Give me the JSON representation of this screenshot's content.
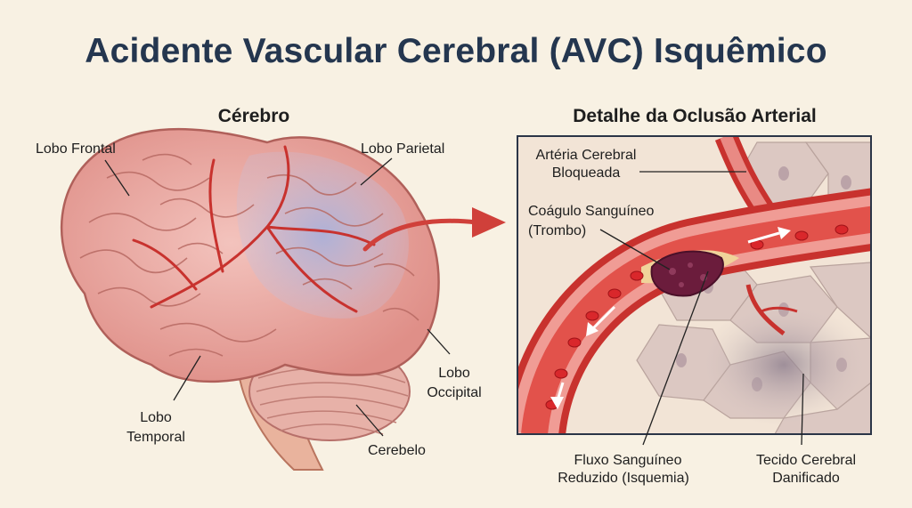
{
  "title": "Acidente Vascular Cerebral (AVC) Isquêmico",
  "brain_panel": {
    "heading": "Cérebro",
    "labels": {
      "frontal": "Lobo Frontal",
      "parietal": "Lobo Parietal",
      "temporal_1": "Lobo",
      "temporal_2": "Temporal",
      "occipital_1": "Lobo",
      "occipital_2": "Occipital",
      "cerebellum": "Cerebelo"
    }
  },
  "detail_panel": {
    "heading": "Detalhe da Oclusão Arterial",
    "labels": {
      "artery_1": "Artéria Cerebral",
      "artery_2": "Bloqueada",
      "clot_1": "Coágulo Sanguíneo",
      "clot_2": "(Trombo)",
      "flow_1": "Fluxo Sanguíneo",
      "flow_2": "Reduzido (Isquemia)",
      "tissue_1": "Tecido Cerebral",
      "tissue_2": "Danificado"
    }
  },
  "colors": {
    "title": "#24364f",
    "brain": "#e9a9a3",
    "ischemic_region": "#b9b8d6",
    "artery": "#c8322e",
    "clot": "#6b1c3c",
    "tissue": "#e8d6d0"
  }
}
